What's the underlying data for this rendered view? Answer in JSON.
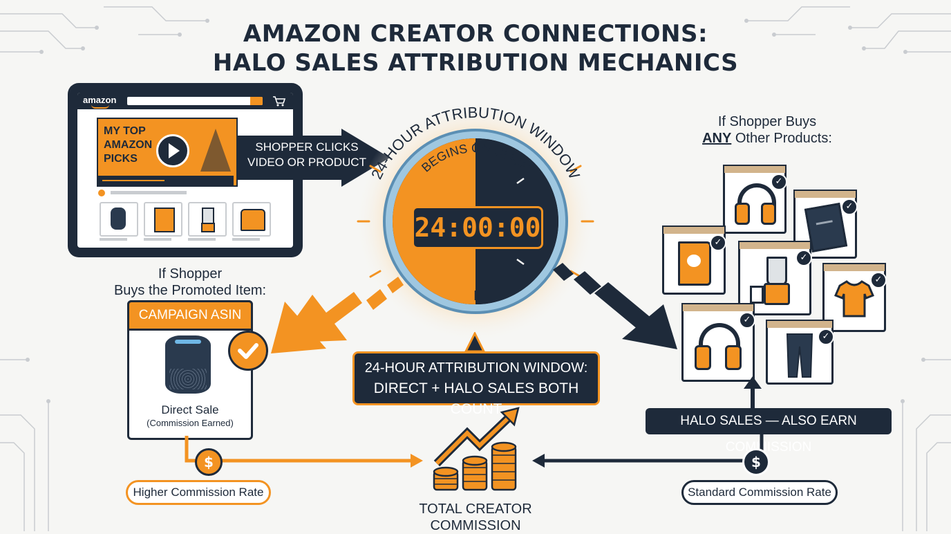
{
  "title": {
    "line1": "AMAZON CREATOR CONNECTIONS:",
    "line2": "HALO SALES ATTRIBUTION MECHANICS"
  },
  "tablet": {
    "logo": "amazon",
    "video_title": [
      "MY TOP",
      "AMAZON",
      "PICKS"
    ]
  },
  "click_label": [
    "SHOPPER CLICKS",
    "VIDEO OR PRODUCT"
  ],
  "timer": {
    "arc_line1": "24-HOUR ATTRIBUTION WINDOW",
    "arc_line2": "BEGINS ON CLICK",
    "display": "24:00:00"
  },
  "left_branch": {
    "heading": [
      "If Shopper",
      "Buys the Promoted Item:"
    ],
    "campaign_label": "CAMPAIGN ASIN",
    "sale_line1": "Direct Sale",
    "sale_line2": "(Commission Earned)",
    "rate_label": "Higher Commission Rate"
  },
  "center_note": {
    "line1": "24-HOUR ATTRIBUTION WINDOW:",
    "line2": "DIRECT + HALO SALES BOTH COUNT"
  },
  "right_branch": {
    "heading_line1": "If Shopper Buys",
    "heading_any": "ANY",
    "heading_rest": "Other Products:",
    "halo_label": "HALO SALES — ALSO EARN COMMISSION",
    "rate_label": "Standard Commission Rate"
  },
  "total_label": "TOTAL CREATOR COMMISSION",
  "dollar_symbol": "$",
  "icons": {
    "play": "play-icon",
    "cart": "cart-icon",
    "check": "check-icon",
    "coins": "coin-stack-icon",
    "trend": "trend-arrow-icon"
  },
  "colors": {
    "navy": "#1e2a3a",
    "orange": "#f39322",
    "light": "#f6f6f4"
  }
}
